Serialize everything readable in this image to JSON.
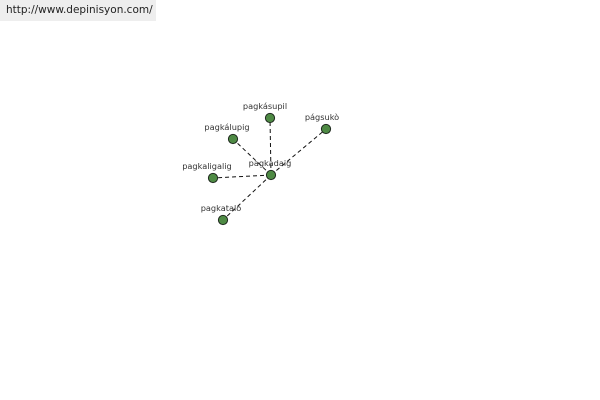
{
  "header": {
    "url": "http://www.depinisyon.com/"
  },
  "graph": {
    "center": "pagkadaig",
    "nodes": [
      {
        "id": "pagkadaig",
        "label": "pagkadaig"
      },
      {
        "id": "pagkasupil",
        "label": "pagkásupil"
      },
      {
        "id": "pagsuko",
        "label": "págsukò"
      },
      {
        "id": "pagkalupig",
        "label": "pagkálupig"
      },
      {
        "id": "pagkaligalig",
        "label": "pagkaligalig"
      },
      {
        "id": "pagkatalo",
        "label": "pagkataló"
      }
    ],
    "edges": [
      {
        "from": "pagkadaig",
        "to": "pagkasupil"
      },
      {
        "from": "pagkadaig",
        "to": "pagsuko"
      },
      {
        "from": "pagkadaig",
        "to": "pagkalupig"
      },
      {
        "from": "pagkadaig",
        "to": "pagkaligalig"
      },
      {
        "from": "pagkadaig",
        "to": "pagkatalo"
      }
    ],
    "colors": {
      "node_fill": "#4e8a44",
      "node_stroke": "#1f2a1f",
      "edge": "#111111"
    }
  }
}
